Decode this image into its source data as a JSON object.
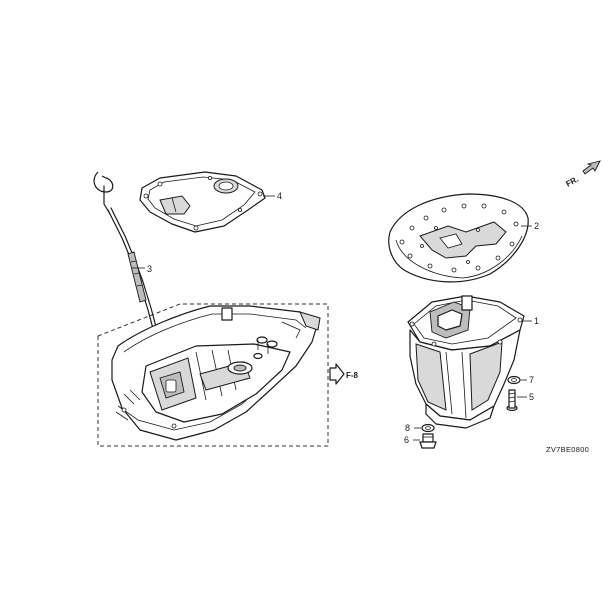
{
  "diagram": {
    "callouts": {
      "c1": "1",
      "c2": "2",
      "c3": "3",
      "c4": "4",
      "c5": "5",
      "c6": "6",
      "c7": "7",
      "c8": "8"
    },
    "front_arrow_label": "FR.",
    "reference_label": "F-8",
    "drawing_code": "ZV7BE0800"
  }
}
